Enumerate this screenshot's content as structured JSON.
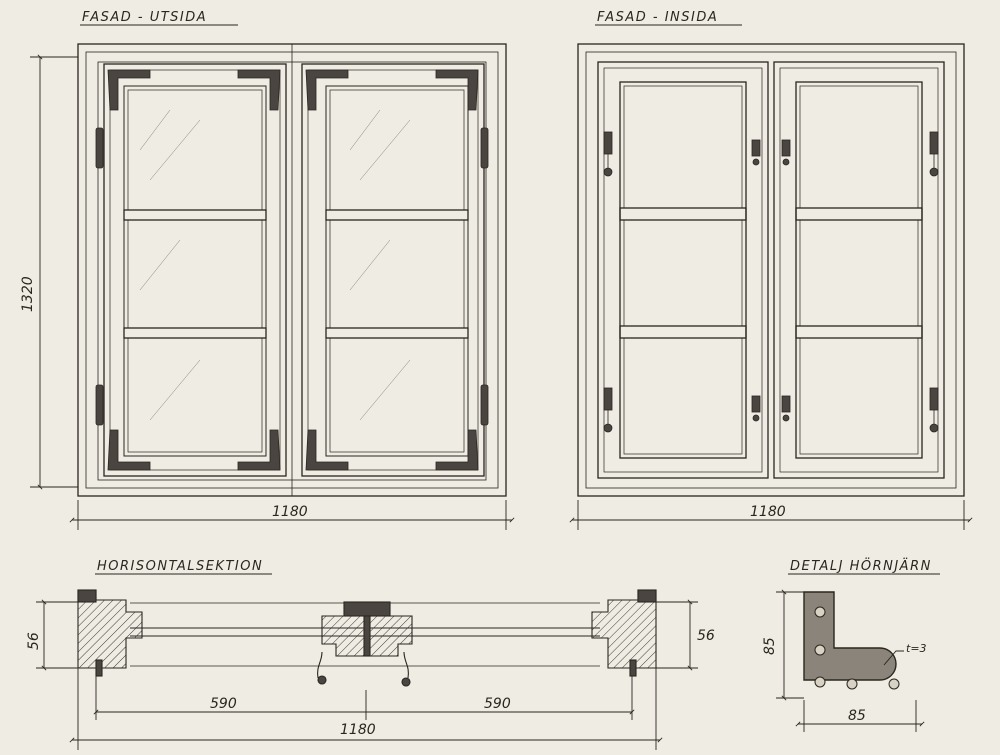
{
  "titles": {
    "facade_outside": "FASAD - UTSIDA",
    "facade_inside": "FASAD - INSIDA",
    "horizontal_section": "HORISONTALSEKTION",
    "corner_detail": "DETALJ HÖRNJÄRN"
  },
  "dimensions": {
    "height": "1320",
    "width_outside": "1180",
    "width_inside": "1180",
    "section_depth_left": "56",
    "section_depth_right": "56",
    "half_left": "590",
    "half_right": "590",
    "section_total": "1180",
    "detail_height": "85",
    "detail_width": "85",
    "thickness": "t=3"
  },
  "colors": {
    "paper": "#efece3",
    "ink": "#2a2620",
    "iron": "#4a4540"
  }
}
